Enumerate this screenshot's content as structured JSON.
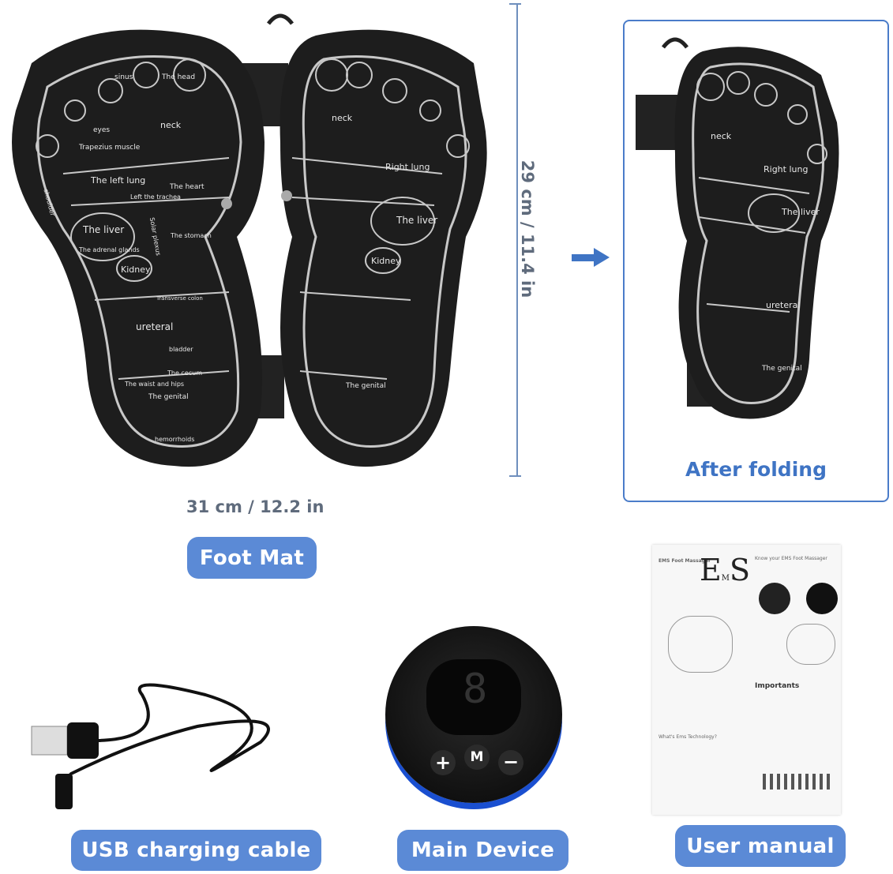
{
  "dimensions": {
    "width_label": "31 cm / 12.2 in",
    "height_label": "29 cm / 11.4 in"
  },
  "folded": {
    "caption": "After folding"
  },
  "labels": {
    "foot_mat": "Foot Mat",
    "usb_cable": "USB charging cable",
    "main_device": "Main Device",
    "user_manual": "User manual"
  },
  "foot_zones": [
    "sinus",
    "The head",
    "eyes",
    "neck",
    "Trapezius muscle",
    "The left lung",
    "Right lung",
    "The heart",
    "Left the trachea",
    "The liver",
    "The stomach",
    "Solar plexus",
    "The adrenal glands",
    "Kidney",
    "Transverse colon",
    "ureteral",
    "bladder",
    "The cecum",
    "The waist and hips",
    "The genital",
    "hemorrhoids",
    "shoulder"
  ],
  "device": {
    "buttons": {
      "plus": "+",
      "mode": "M",
      "minus": "−"
    },
    "display": "8"
  },
  "manual": {
    "title": "EMS Foot Massager",
    "heading": "Know your EMS Foot Massager",
    "logo": "EMS",
    "section": "Importants",
    "subsection": "What's Ems Technology?"
  },
  "colors": {
    "accent": "#5b8ad6",
    "mat": "#1d1d1d",
    "lines": "#c8c8c8",
    "frame": "#4a7cc9"
  }
}
